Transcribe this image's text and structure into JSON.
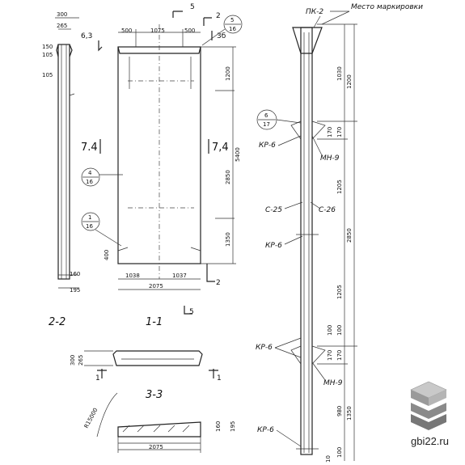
{
  "labels": {
    "marking_place": "Место маркировки",
    "pk2": "ПК-2",
    "sec_5": "5",
    "sec_2": "2",
    "sec_63": "6,3",
    "sec_36": "3б",
    "sec_74l": "7.4",
    "sec_74r": "7,4",
    "view_22": "2-2",
    "view_11": "1-1",
    "view_33": "3-3",
    "sec_1a": "1",
    "sec_1b": "1",
    "kr6_a": "КР-6",
    "kr6_b": "КР-6",
    "kr6_c": "КР-6",
    "kr6_d": "КР-6",
    "mn9_a": "МН-9",
    "mn9_b": "МН-9",
    "c25": "С-25",
    "c26": "С-26",
    "radius": "R15000",
    "site": "gbi22.ru"
  },
  "callouts": {
    "c1": {
      "top": "5",
      "bottom": "16"
    },
    "c2": {
      "top": "4",
      "bottom": "16"
    },
    "c3": {
      "top": "1",
      "bottom": "16"
    },
    "c4": {
      "top": "6",
      "bottom": "17"
    }
  },
  "dims": {
    "d300": "300",
    "d265": "265",
    "d150": "150",
    "d105a": "105",
    "d105b": "105",
    "d160a": "160",
    "d195a": "195",
    "d500a": "500",
    "d1075": "1075",
    "d500b": "500",
    "d1200": "1200",
    "d5400": "5400",
    "d2850": "2850",
    "d1350": "1350",
    "d400": "400",
    "d1038": "1038",
    "d1037": "1037",
    "d2075a": "2075",
    "d300b": "300",
    "d265b": "265",
    "d160b": "160",
    "d195b": "195",
    "d2075b": "2075",
    "r_1030": "1030",
    "r_1200": "1200",
    "r_170a": "170",
    "r_170b": "170",
    "r_1205a": "1205",
    "r_2850": "2850",
    "r_1205b": "1205",
    "r_100a": "100",
    "r_170c": "170",
    "r_100b": "100",
    "r_170d": "170",
    "r_980": "980",
    "r_1350": "1350",
    "r_100c": "100",
    "r_10": "10"
  }
}
